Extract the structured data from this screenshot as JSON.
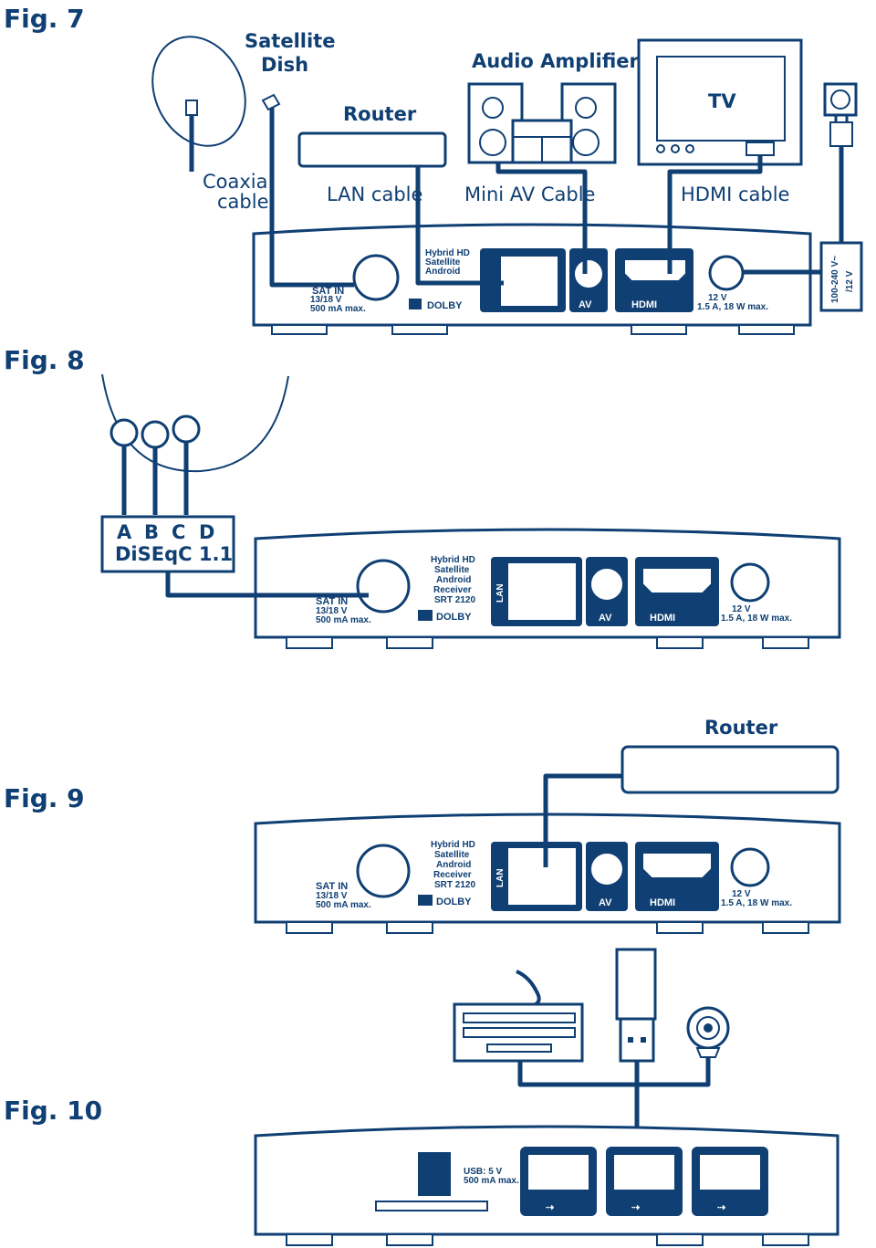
{
  "figures": {
    "fig7": {
      "title": "Fig. 7",
      "labels": {
        "satellite_dish": [
          "Satellite",
          "Dish"
        ],
        "router": "Router",
        "audio_amplifier": "Audio Amplifier",
        "tv": "TV",
        "coaxial_cable": [
          "Coaxial",
          "cable"
        ],
        "lan_cable": "LAN cable",
        "mini_av_cable": "Mini AV Cable",
        "hdmi_cable": "HDMI cable",
        "power_supply": [
          "100-240 V~",
          "/12 V"
        ]
      }
    },
    "fig8": {
      "title": "Fig. 8",
      "diseqc_ports": [
        "A",
        "B",
        "C",
        "D"
      ],
      "diseqc_label": "DiSEqC 1.1"
    },
    "fig9": {
      "title": "Fig. 9",
      "router": "Router"
    },
    "fig10": {
      "title": "Fig. 10",
      "usb_spec": [
        "USB: 5 V",
        "500 mA max."
      ]
    }
  },
  "receiver_panel": {
    "sat_in": "SAT IN",
    "sat_spec": [
      "13/18 V",
      "500 mA max."
    ],
    "model": [
      "Hybrid HD",
      "Satellite",
      "Android",
      "Receiver",
      "SRT 2120"
    ],
    "dolby": "DOLBY",
    "lan": "LAN",
    "av": "AV",
    "hdmi": "HDMI",
    "power_spec": [
      "12 V",
      "1.5 A, 18 W max."
    ]
  },
  "colors": {
    "ink": "#0f3f73",
    "background": "#ffffff"
  }
}
